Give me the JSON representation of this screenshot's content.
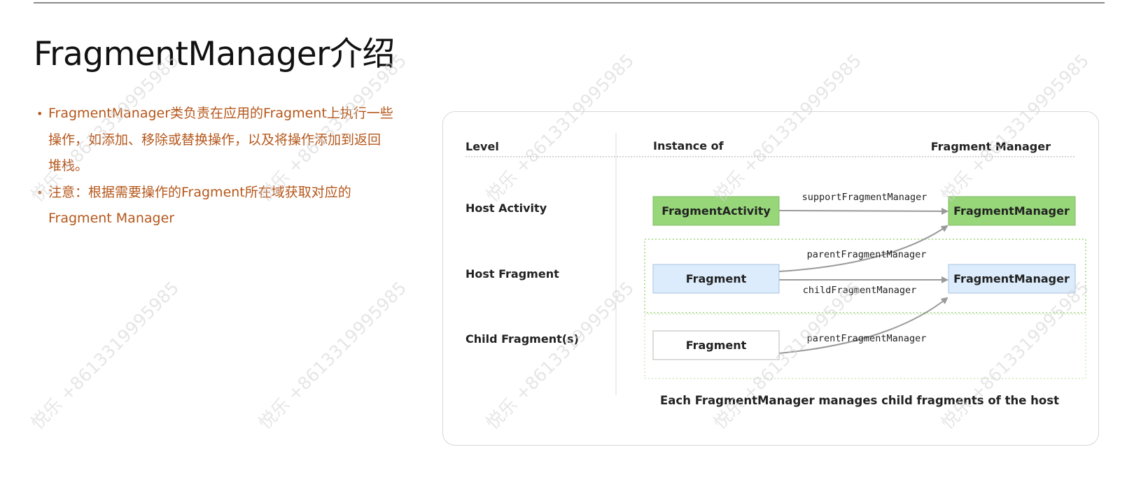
{
  "slide": {
    "title": "FragmentManager介绍",
    "bullets": [
      "FragmentManager类负责在应用的Fragment上执行一些操作，如添加、移除或替换操作，以及将操作添加到返回堆栈。",
      "注意：根据需要操作的Fragment所在域获取对应的Fragment Manager"
    ]
  },
  "diagram": {
    "headers": {
      "level": "Level",
      "instance_of": "Instance of",
      "fragment_manager": "Fragment Manager"
    },
    "rows": {
      "host_activity": "Host Activity",
      "host_fragment": "Host Fragment",
      "child_fragment": "Child Fragment(s)"
    },
    "boxes": {
      "fragment_activity": "FragmentActivity",
      "host_fragment_box": "Fragment",
      "child_fragment_box": "Fragment",
      "fm_activity": "FragmentManager",
      "fm_fragment": "FragmentManager"
    },
    "arrows": {
      "support": "supportFragmentManager",
      "parent_1": "parentFragmentManager",
      "child": "childFragmentManager",
      "parent_2": "parentFragmentManager"
    },
    "caption": "Each FragmentManager manages child fragments of the host",
    "colors": {
      "green": "#97d77a",
      "blue": "#dcecfc",
      "dashed_green": "#9ed77c"
    }
  },
  "watermark": {
    "text": "悦乐 +8613319995985"
  }
}
